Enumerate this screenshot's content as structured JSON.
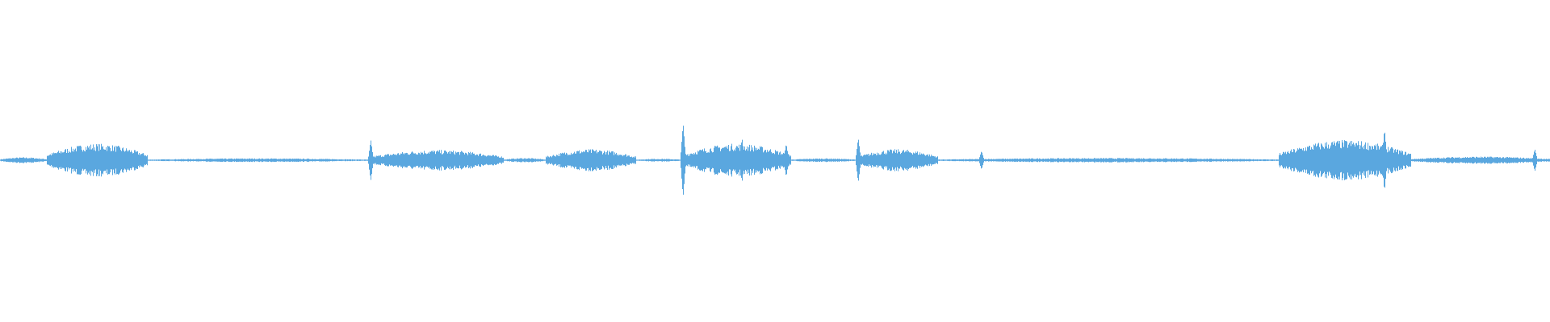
{
  "waveform": {
    "color": "#5aa7df",
    "background": "#ffffff",
    "segments": [
      {
        "start": 0.0,
        "end": 0.03,
        "amp": 0.08
      },
      {
        "start": 0.03,
        "end": 0.095,
        "amp": 0.45
      },
      {
        "start": 0.095,
        "end": 0.238,
        "amp": 0.05
      },
      {
        "start": 0.238,
        "end": 0.325,
        "amp": 0.28
      },
      {
        "start": 0.325,
        "end": 0.352,
        "amp": 0.06
      },
      {
        "start": 0.352,
        "end": 0.41,
        "amp": 0.3
      },
      {
        "start": 0.41,
        "end": 0.44,
        "amp": 0.04
      },
      {
        "start": 0.44,
        "end": 0.51,
        "amp": 0.45
      },
      {
        "start": 0.51,
        "end": 0.553,
        "amp": 0.05
      },
      {
        "start": 0.553,
        "end": 0.605,
        "amp": 0.3
      },
      {
        "start": 0.605,
        "end": 0.825,
        "amp": 0.06
      },
      {
        "start": 0.825,
        "end": 0.91,
        "amp": 0.55
      },
      {
        "start": 0.91,
        "end": 1.0,
        "amp": 0.1
      }
    ],
    "spikes": [
      {
        "pos": 0.239,
        "amp": 0.55
      },
      {
        "pos": 0.4405,
        "amp": 1.0
      },
      {
        "pos": 0.4785,
        "amp": 0.6
      },
      {
        "pos": 0.507,
        "amp": 0.45
      },
      {
        "pos": 0.5535,
        "amp": 0.6
      },
      {
        "pos": 0.633,
        "amp": 0.25
      },
      {
        "pos": 0.893,
        "amp": 0.85
      },
      {
        "pos": 0.99,
        "amp": 0.3
      }
    ]
  }
}
